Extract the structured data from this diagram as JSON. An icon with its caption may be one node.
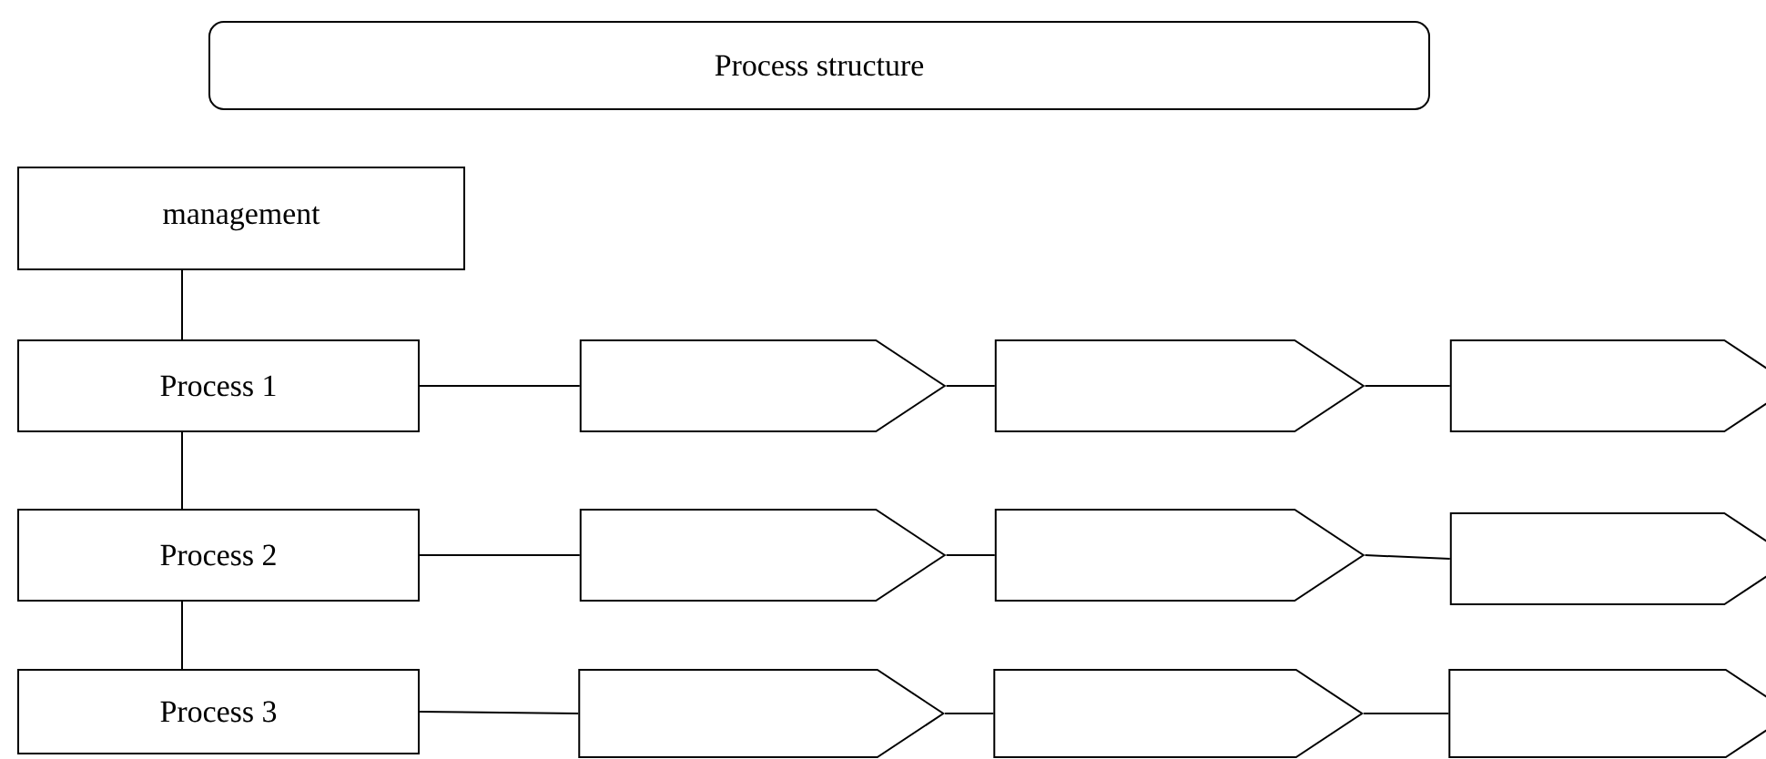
{
  "diagram": {
    "nodes": [
      {
        "text": [
          "Process structure"
        ]
      },
      {
        "text": [
          "management"
        ]
      },
      {
        "text": [
          "Process 1"
        ]
      },
      {
        "text": [],
        "shape": "pentagon"
      },
      {
        "text": [],
        "shape": "pentagon"
      },
      {
        "text": [],
        "shape": "pentagon"
      },
      {
        "text": [
          "Process 2"
        ]
      },
      {
        "text": [],
        "shape": "pentagon"
      },
      {
        "text": [],
        "shape": "pentagon"
      },
      {
        "text": [],
        "shape": "pentagon"
      },
      {
        "text": [
          "Process 3"
        ]
      },
      {
        "text": [],
        "shape": "pentagon"
      },
      {
        "text": [],
        "shape": "pentagon"
      },
      {
        "text": [],
        "shape": "pentagon"
      }
    ],
    "edges": [
      {
        "from": 1,
        "to": 2,
        "arrow": "none"
      },
      {
        "from": 2,
        "to": 6,
        "arrow": "none"
      },
      {
        "from": 6,
        "to": 10,
        "arrow": "none"
      },
      {
        "from": 2,
        "to": 3,
        "arrow": "none"
      },
      {
        "from": 3,
        "to": 4,
        "arrow": "none"
      },
      {
        "from": 4,
        "to": 5,
        "arrow": "none"
      },
      {
        "from": 6,
        "to": 7,
        "arrow": "none"
      },
      {
        "from": 7,
        "to": 8,
        "arrow": "none"
      },
      {
        "from": 8,
        "to": 9,
        "arrow": "none"
      },
      {
        "from": 10,
        "to": 11,
        "arrow": "none"
      },
      {
        "from": 11,
        "to": 12,
        "arrow": "none"
      },
      {
        "from": 12,
        "to": 13,
        "arrow": "none"
      }
    ]
  }
}
